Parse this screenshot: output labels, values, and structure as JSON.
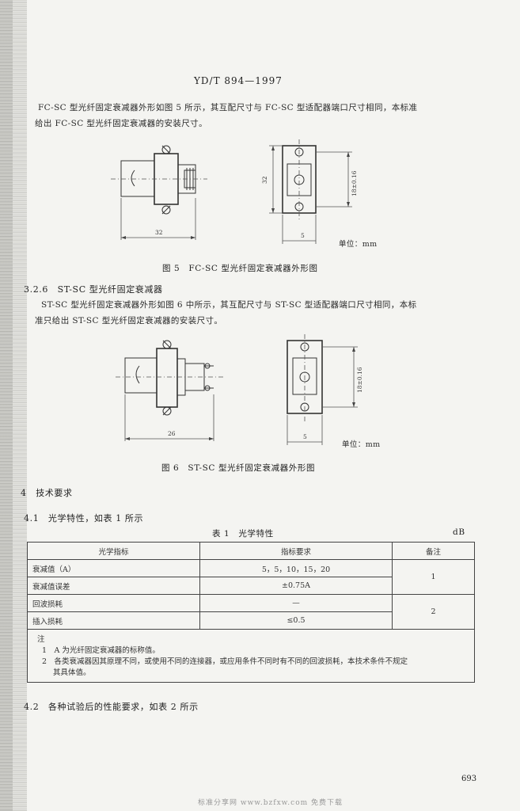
{
  "header": "YD/T 894—1997",
  "fc": {
    "para_line1": "FC-SC 型光纤固定衰减器外形如图 5 所示，其互配尺寸与 FC-SC 型适配器端口尺寸相同，本标准",
    "para_line2": "给出 FC-SC 型光纤固定衰减器的安装尺寸。",
    "dim_width": "32",
    "dim_height": "32",
    "dim_right": "18±0.16",
    "dim_bottom": "5",
    "unit": "单位：mm",
    "caption": "图 5　FC-SC 型光纤固定衰减器外形图"
  },
  "st": {
    "heading": "3.2.6　ST-SC 型光纤固定衰减器",
    "para_line1": "ST-SC 型光纤固定衰减器外形如图 6 中所示，其互配尺寸与 ST-SC 型适配器端口尺寸相同，本标",
    "para_line2": "准只给出 ST-SC 型光纤固定衰减器的安装尺寸。",
    "dim_width": "26",
    "dim_right": "18±0.16",
    "dim_bottom": "5",
    "unit": "单位：mm",
    "caption": "图 6　ST-SC 型光纤固定衰减器外形图"
  },
  "section4": {
    "heading": "4　技术要求",
    "sub41": "4.1　光学特性，如表 1 所示"
  },
  "table1": {
    "title": "表 1　光学特性",
    "unit": "dB",
    "headers": [
      "光学指标",
      "指标要求",
      "备注"
    ],
    "rows": [
      [
        "衰减值（A）",
        "5，5，10，15，20",
        "1"
      ],
      [
        "衰减值误差",
        "±0.75A",
        ""
      ],
      [
        "回波损耗",
        "—",
        "2"
      ],
      [
        "插入损耗",
        "≤0.5",
        ""
      ]
    ],
    "note_label": "注",
    "notes": [
      "1　A 为光纤固定衰减器的标称值。",
      "2　各类衰减器因其原理不同，或使用不同的连接器，或应用条件不同时有不同的回波损耗，本技术条件不规定",
      "其具体值。"
    ]
  },
  "sub42": "4.2　各种试验后的性能要求，如表 2 所示",
  "page_number": "693",
  "footer": "标准分享网 www.bzfxw.com 免费下载"
}
